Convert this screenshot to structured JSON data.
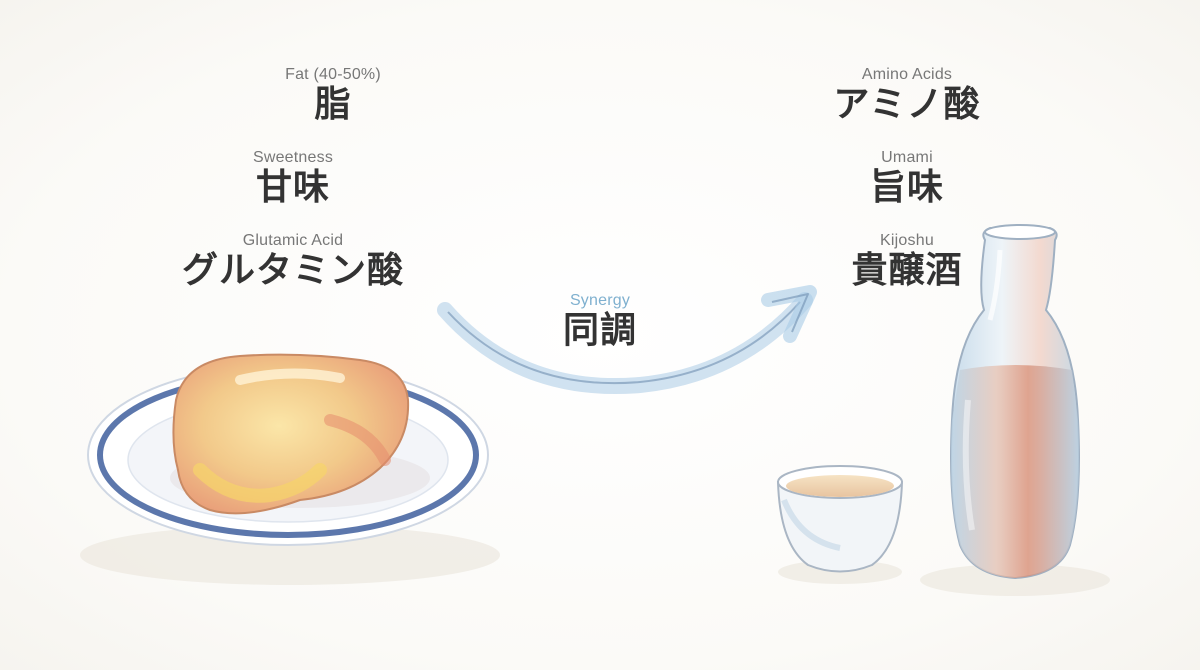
{
  "left_terms": [
    {
      "en": "Fat (40-50%)",
      "jp": "脂"
    },
    {
      "en": "Sweetness",
      "jp": "甘味"
    },
    {
      "en": "Glutamic Acid",
      "jp": "グルタミン酸"
    }
  ],
  "right_terms": [
    {
      "en": "Amino Acids",
      "jp": "アミノ酸"
    },
    {
      "en": "Umami",
      "jp": "旨味"
    },
    {
      "en": "Kijoshu",
      "jp": "貴醸酒"
    }
  ],
  "center": {
    "en": "Synergy",
    "jp": "同調"
  },
  "colors": {
    "arrow": "#a9cbe6",
    "plate_rim": "#3f5f9e",
    "food": "#f2c98a",
    "text": "#333333",
    "accent": "#7fb0cf"
  },
  "icons": {
    "plate": "plate-with-food-illustration",
    "bottle": "sake-bottle-illustration",
    "cup": "sake-cup-illustration",
    "arrow": "curved-arrow-icon"
  }
}
